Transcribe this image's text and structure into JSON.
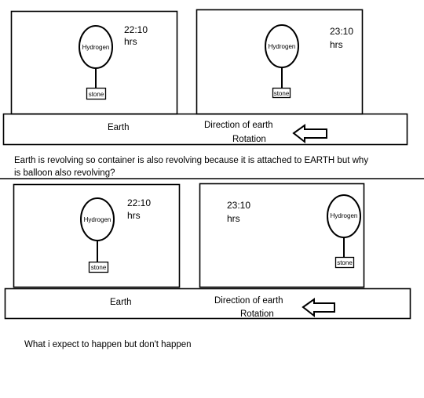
{
  "top_panel": {
    "left_container": {
      "time_value": "22:10",
      "time_unit": "hrs",
      "balloon_label": "Hydrogen",
      "weight_label": "stone"
    },
    "right_container": {
      "time_value": "23:10",
      "time_unit": "hrs",
      "balloon_label": "Hydrogen",
      "weight_label": "stone"
    },
    "earth_bar": {
      "earth_label": "Earth",
      "direction_line1": "Direction of earth",
      "direction_line2": "Rotation",
      "arrow_icon": "arrow-left-icon"
    }
  },
  "question": {
    "line1": "Earth is revolving so container is also revolving because it is attached to EARTH but why",
    "line2": "is balloon also revolving?"
  },
  "bottom_panel": {
    "left_container": {
      "time_value": "22:10",
      "time_unit": "hrs",
      "balloon_label": "Hydrogen",
      "weight_label": "stone"
    },
    "right_container": {
      "time_value": "23:10",
      "time_unit": "hrs",
      "balloon_label": "Hydrogen",
      "weight_label": "stone"
    },
    "earth_bar": {
      "earth_label": "Earth",
      "direction_line1": "Direction of earth",
      "direction_line2": "Rotation",
      "arrow_icon": "arrow-left-icon"
    }
  },
  "caption": "What i expect to happen but don't happen"
}
